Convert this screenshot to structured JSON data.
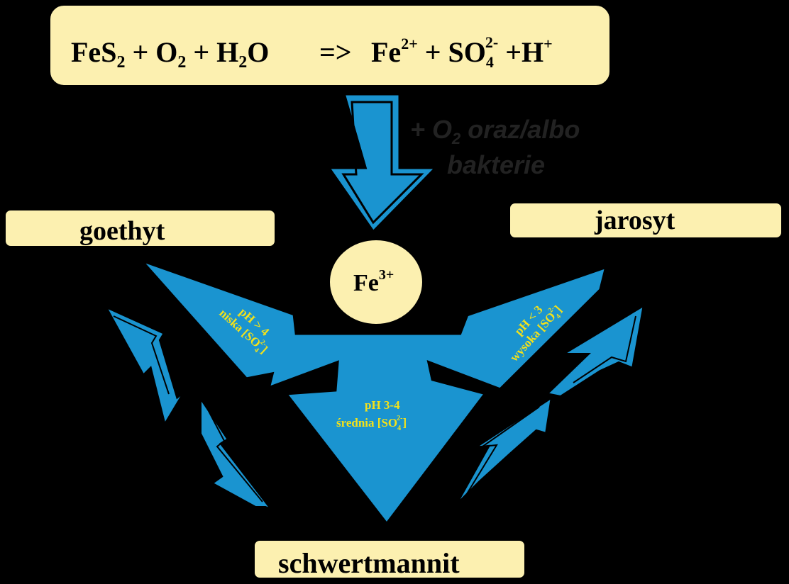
{
  "equation": {
    "fes2": "FeS",
    "sub2a": "2",
    "plus1": " + O",
    "sub2b": "2",
    "plus2": " + H",
    "sub2c": "2",
    "o": "O",
    "arrow": "=>",
    "fe": "Fe",
    "fe_sup": "2+",
    "plus3": " + SO",
    "so4_sub": "4",
    "so4_sup": "2-",
    "plus4": " +H",
    "h_sup": "+"
  },
  "condition": {
    "line1_a": "+ O",
    "line1_sub": "2",
    "line1_b": " oraz/albo",
    "line2": "bakterie"
  },
  "center": {
    "ion": "Fe",
    "ion_sup": "3+"
  },
  "minerals": {
    "left": "goethyt",
    "right": "jarosyt",
    "bottom": "schwertmannit"
  },
  "conditions_ph": {
    "left_line1": "pH > 4",
    "left_line2": "niska [SO",
    "left_sub": "4",
    "left_sup": "2-",
    "left_close": "]",
    "right_line1": "pH < 3",
    "right_line2": "wysoka [SO",
    "right_sub": "4",
    "right_sup": "2-",
    "right_close": "]",
    "mid_line1": "pH 3-4",
    "mid_line2": "średnia [SO",
    "mid_sub": "4",
    "mid_sup": "2-",
    "mid_close": "]"
  },
  "colors": {
    "box_fill": "#fcf0b0",
    "arrow_blue": "#1a94d0",
    "ph_text": "#f4e21a",
    "background": "#000000"
  }
}
